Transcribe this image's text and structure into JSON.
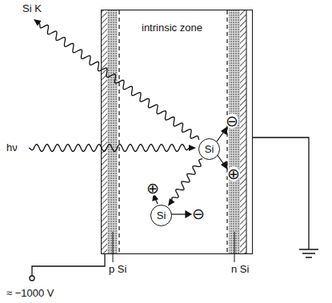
{
  "diagram": {
    "nodes": [
      {
        "text": [
          "intrinsic zone"
        ]
      },
      {
        "text": [
          "Si"
        ],
        "in": 0
      },
      {
        "text": [
          "Si"
        ],
        "in": 0
      }
    ],
    "edges": [
      {
        "from": 1,
        "to": 2,
        "arrow": "to"
      }
    ],
    "labels": [
      "Si K",
      "hν",
      "⊖",
      "⊕",
      "⊕",
      "⊖",
      "p Si",
      "n Si",
      "≈ −1000 V"
    ]
  }
}
